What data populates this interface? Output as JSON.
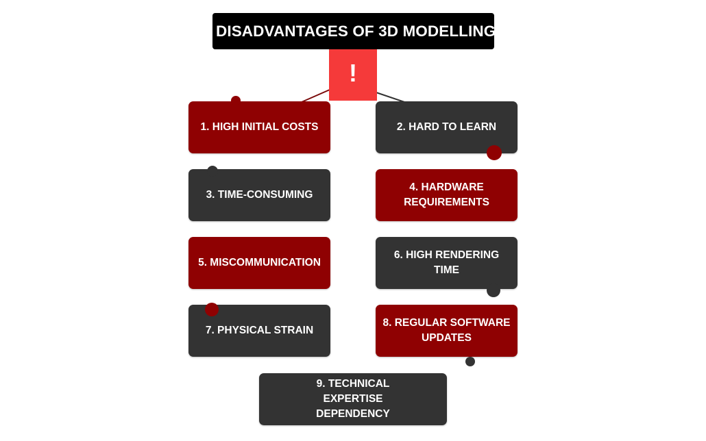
{
  "title": "DISADVANTAGES OF 3D MODELLING",
  "alert_symbol": "!",
  "colors": {
    "title_bg": "#000000",
    "alert_bg": "#f53a3a",
    "red_card": "#8f0102",
    "dark_card": "#333333",
    "text": "#ffffff"
  },
  "items": [
    {
      "label": "1. HIGH INITIAL COSTS",
      "color": "red"
    },
    {
      "label": "2. HARD TO LEARN",
      "color": "dark"
    },
    {
      "label": "3. TIME-CONSUMING",
      "color": "dark"
    },
    {
      "label": "4. HARDWARE REQUIREMENTS",
      "color": "red"
    },
    {
      "label": "5. MISCOMMUNICATION",
      "color": "red"
    },
    {
      "label": "6. HIGH RENDERING TIME",
      "color": "dark"
    },
    {
      "label": "7. PHYSICAL STRAIN",
      "color": "dark"
    },
    {
      "label": "8. REGULAR SOFTWARE UPDATES",
      "color": "red"
    },
    {
      "label": "9. TECHNICAL EXPERTISE DEPENDENCY",
      "color": "dark"
    }
  ]
}
